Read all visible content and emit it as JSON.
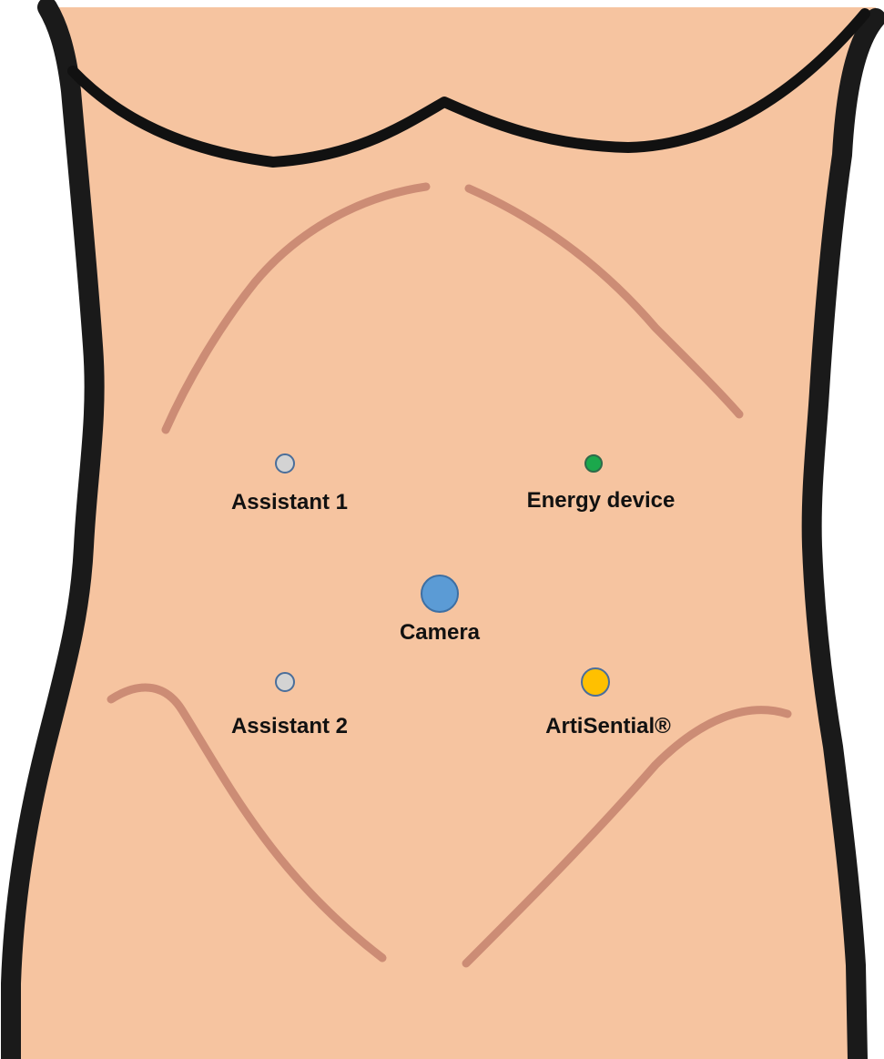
{
  "colors": {
    "skin": "#f6c4a0",
    "outline": "#1a1a1a",
    "muscle_lines": "#cc8c75"
  },
  "ports": [
    {
      "id": "assistant-1",
      "label": "Assistant 1",
      "color": "#d3d3d3",
      "border": "#4a6e9a"
    },
    {
      "id": "energy-device",
      "label": "Energy device",
      "color": "#1ba84c",
      "border": "#2f6a4a"
    },
    {
      "id": "camera",
      "label": "Camera",
      "color": "#5b9bd5",
      "border": "#3d6fa3"
    },
    {
      "id": "assistant-2",
      "label": "Assistant 2",
      "color": "#d3d3d3",
      "border": "#4a6e9a"
    },
    {
      "id": "artisential",
      "label": "ArtiSential®",
      "color": "#ffc000",
      "border": "#4a6e9a"
    }
  ]
}
